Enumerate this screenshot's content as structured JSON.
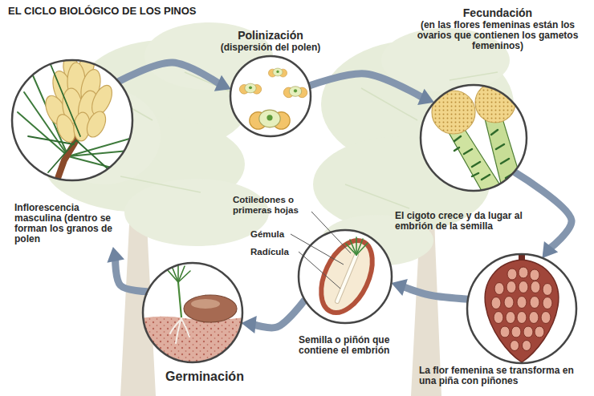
{
  "diagram": {
    "title": "EL CICLO BIOLÓGICO DE LOS PINOS",
    "nodes": [
      {
        "text": [
          "Inflorescencia masculina (dentro se forman los granos de polen"
        ]
      },
      {
        "text": [
          "Polinización",
          "(dispersión del polen)"
        ]
      },
      {
        "text": [
          "Fecundación",
          "(en las flores femeninas están los ovarios que contienen los gametos femeninos)"
        ]
      },
      {
        "text": [
          "La flor femenina se transforma en una piña con piñones"
        ]
      },
      {
        "text": [
          "Semilla o piñón que contiene el embrión"
        ]
      },
      {
        "text": [
          "Germinación"
        ]
      }
    ],
    "edges": [
      {
        "from": 0,
        "to": 1,
        "arrow": "to"
      },
      {
        "from": 1,
        "to": 2,
        "arrow": "to"
      },
      {
        "from": 2,
        "to": 3,
        "arrow": "to",
        "label": "El cigoto crece y da lugar al embrión de la semilla"
      },
      {
        "from": 3,
        "to": 4,
        "arrow": "to"
      },
      {
        "from": 4,
        "to": 5,
        "arrow": "to"
      },
      {
        "from": 5,
        "to": 0,
        "arrow": "to"
      }
    ],
    "labels": [
      "Cotiledones o primeras hojas",
      "Gémula",
      "Radícula"
    ]
  }
}
